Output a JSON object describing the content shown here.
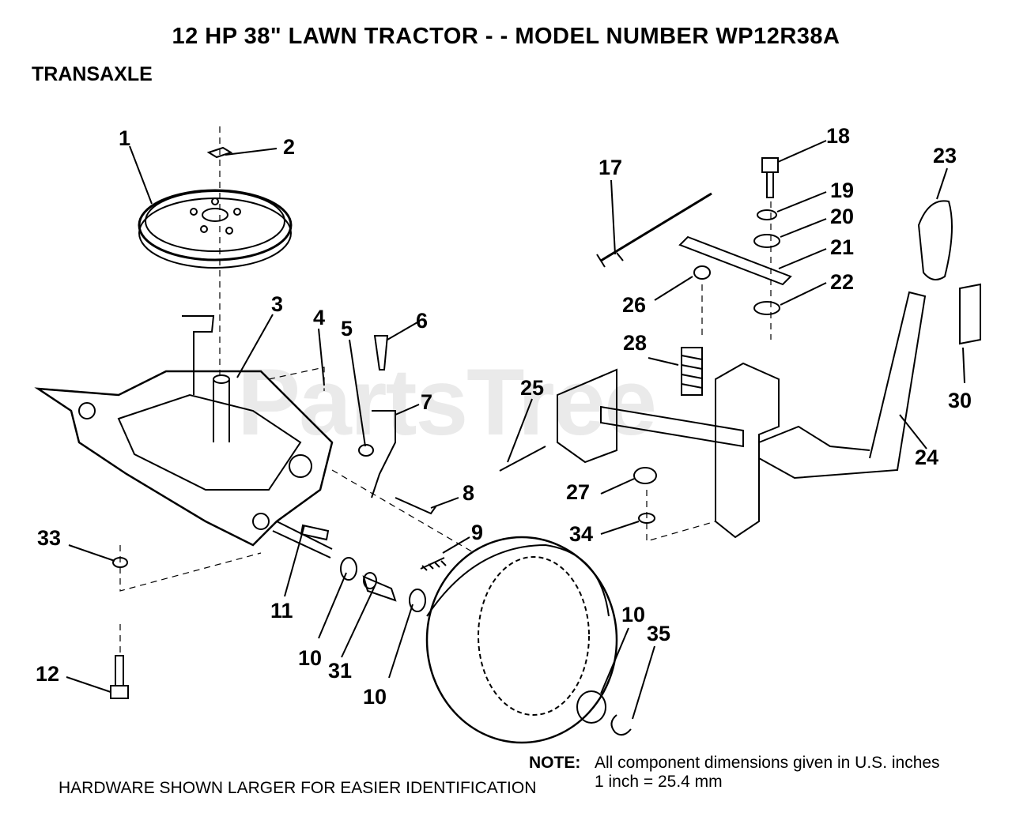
{
  "header": {
    "title": "12 HP 38\" LAWN TRACTOR - - MODEL NUMBER WP12R38A",
    "subtitle": "TRANSAXLE"
  },
  "watermark": "PartsTree",
  "callouts": {
    "c1": "1",
    "c2": "2",
    "c3": "3",
    "c4": "4",
    "c5": "5",
    "c6": "6",
    "c7": "7",
    "c8": "8",
    "c9": "9",
    "c10a": "10",
    "c10b": "10",
    "c10c": "10",
    "c11": "11",
    "c12": "12",
    "c17": "17",
    "c18": "18",
    "c19": "19",
    "c20": "20",
    "c21": "21",
    "c22": "22",
    "c23": "23",
    "c24": "24",
    "c25": "25",
    "c26": "26",
    "c27": "27",
    "c28": "28",
    "c30": "30",
    "c31": "31",
    "c33": "33",
    "c34": "34",
    "c35": "35"
  },
  "footer": {
    "note_label": "NOTE:",
    "note_text": "All component dimensions given in U.S. inches",
    "note_conversion": "1 inch = 25.4 mm",
    "hardware_note": "HARDWARE SHOWN LARGER FOR EASIER IDENTIFICATION"
  }
}
